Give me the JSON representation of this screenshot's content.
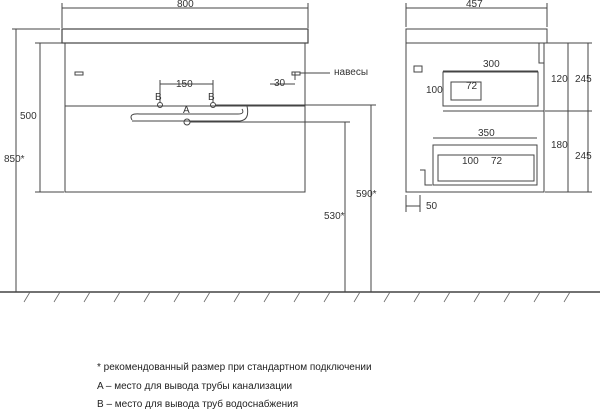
{
  "front_view": {
    "width": "800",
    "height": "500",
    "total_height": "850*",
    "pipe_spacing": "150",
    "hinge_offset": "30",
    "hinge_label": "навесы",
    "height_b": "590*",
    "height_a": "530*",
    "marker_a": "A",
    "marker_b": "B"
  },
  "side_view": {
    "depth": "457",
    "top_drawer_width": "300",
    "top_drawer_depth": "100",
    "top_drawer_inner": "72",
    "top_drawer_height": "120",
    "top_section_height": "245",
    "bottom_drawer_width": "350",
    "bottom_drawer_depth": "100",
    "bottom_drawer_inner": "72",
    "bottom_drawer_height": "180",
    "bottom_section_height": "245",
    "base_offset": "50"
  },
  "notes": [
    "* рекомендованный размер при стандартном подключении",
    "A – место для вывода трубы канализации",
    "B – место для вывода труб водоснабжения"
  ],
  "colors": {
    "line": "#444444",
    "dim": "#555555",
    "background": "#ffffff"
  }
}
